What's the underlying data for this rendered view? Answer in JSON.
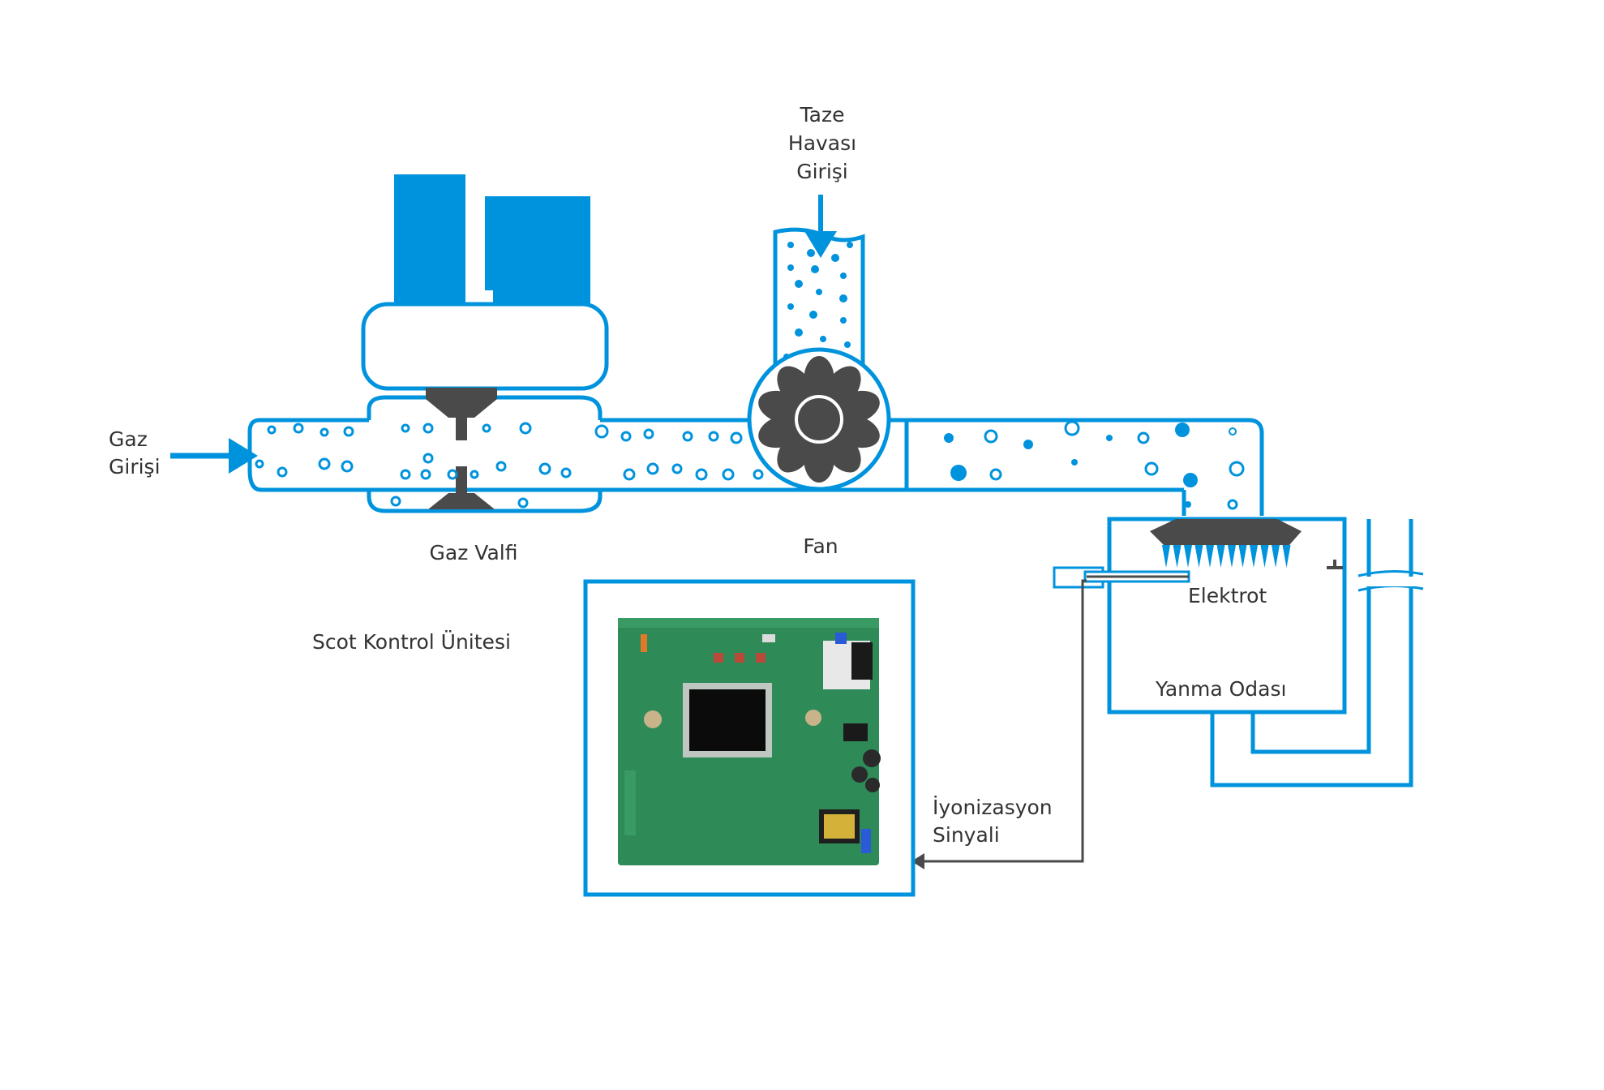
{
  "labels": {
    "gas_inlet_1": "Gaz",
    "gas_inlet_2": "Girişi",
    "fresh_air_1": "Taze",
    "fresh_air_2": "Havası",
    "fresh_air_3": "Girişi",
    "gas_valve": "Gaz Valfi",
    "fan": "Fan",
    "control_unit": "Scot Kontrol Ünitesi",
    "electrode": "Elektrot",
    "combustion_chamber": "Yanma Odası",
    "ionization_1": "İyonizasyon",
    "ionization_2": "Sinyali"
  },
  "colors": {
    "blue": "#0093dd",
    "dark": "#4a4a4a",
    "pcb": "#2e8b57",
    "text": "#333333"
  },
  "icons": {
    "fan": "fan-icon",
    "pcb": "circuit-board-icon",
    "arrow": "arrow-icon"
  }
}
